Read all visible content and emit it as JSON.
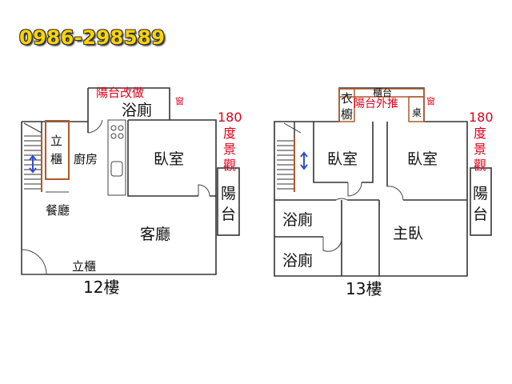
{
  "phone": "0986-298589",
  "floor12": {
    "caption": "12樓",
    "balcony_note": "陽台改做",
    "bath": "浴廁",
    "window": "窗",
    "view_num": "180",
    "view_chars": [
      "度",
      "景",
      "觀"
    ],
    "cabinet_chars": [
      "立",
      "櫃"
    ],
    "kitchen": "廚房",
    "bedroom": "臥室",
    "dining": "餐廳",
    "living": "客廳",
    "balcony_chars": [
      "陽",
      "台"
    ],
    "bottom_cabinet": "立櫃"
  },
  "floor13": {
    "caption": "13樓",
    "wardrobe_chars": [
      "衣",
      "櫥"
    ],
    "top_cabinet": "櫃台",
    "balcony_note": "陽台外推",
    "desk": "桌",
    "window": "窗",
    "view_num": "180",
    "view_chars": [
      "度",
      "景",
      "觀"
    ],
    "bedroom1": "臥室",
    "bedroom2": "臥室",
    "bath1": "浴廁",
    "bath2": "浴廁",
    "master": "主臥",
    "balcony_chars": [
      "陽",
      "台"
    ]
  },
  "colors": {
    "phone": "#ffd400",
    "note_red": "#e0001a",
    "furniture": "#b05a2a",
    "stair_arrow": "#3050c8"
  }
}
